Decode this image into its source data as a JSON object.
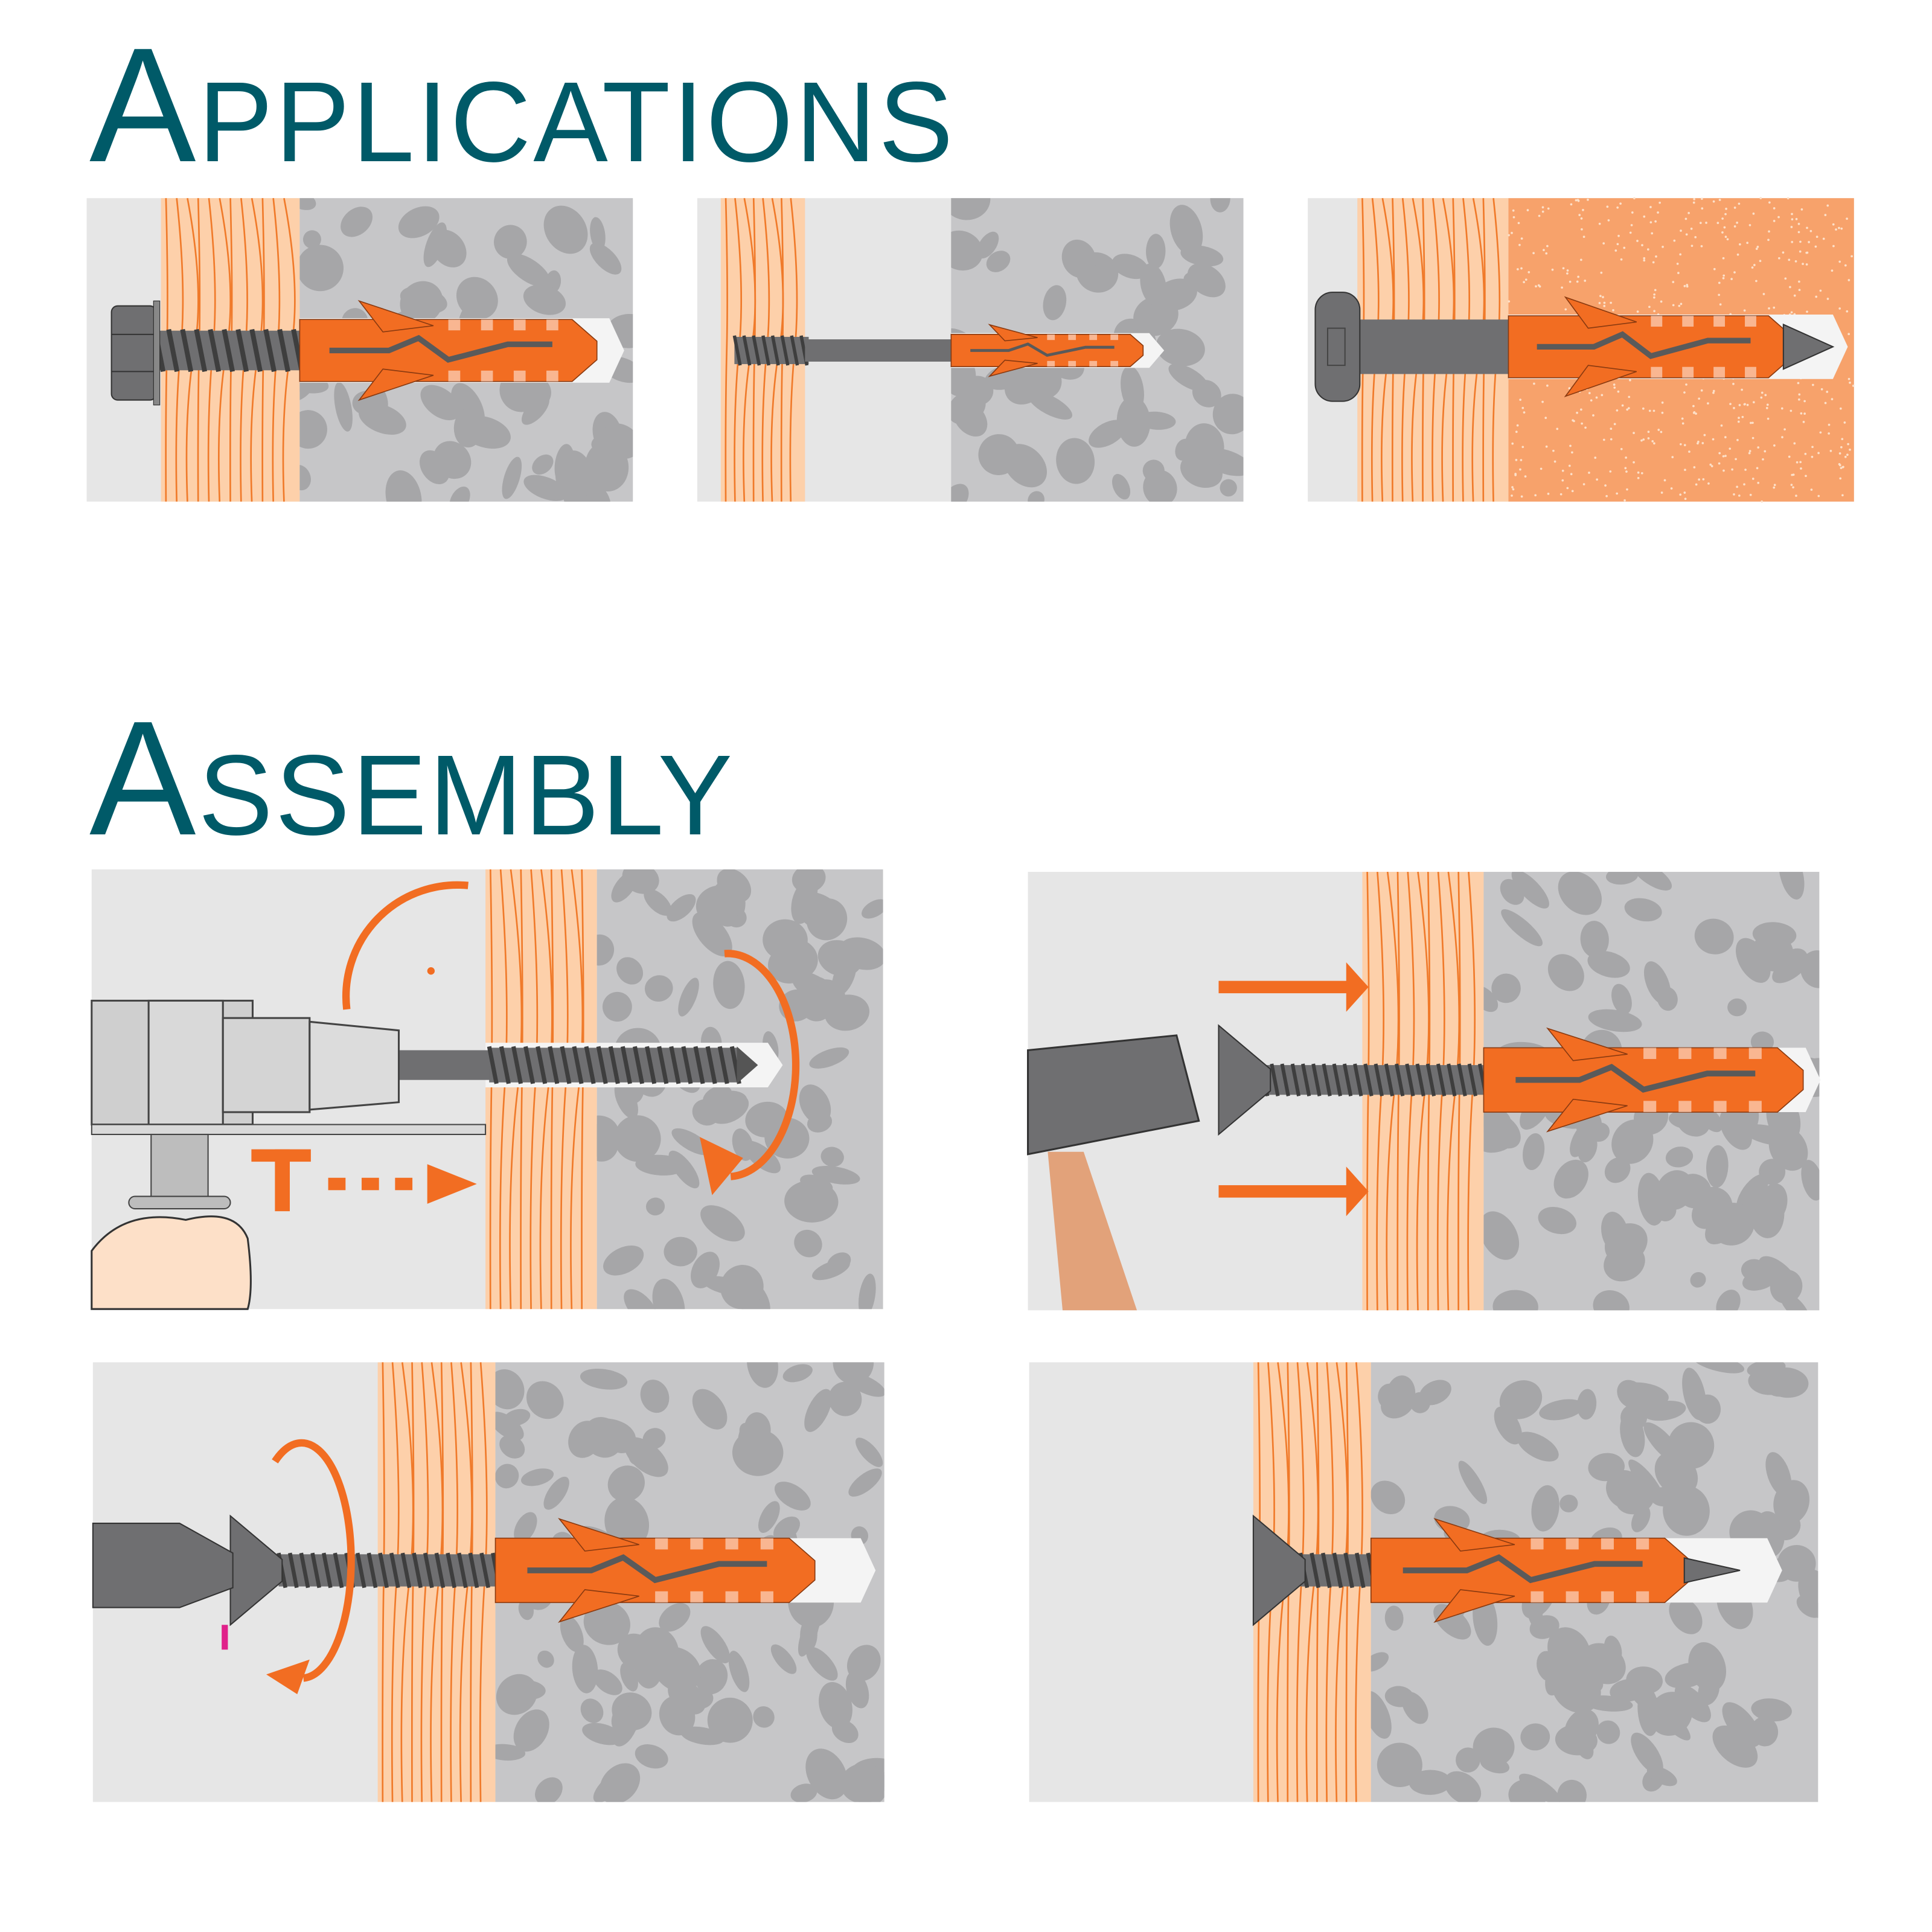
{
  "sections": {
    "applications": {
      "title": "Applications"
    },
    "assembly": {
      "title": "Assembly"
    }
  },
  "colors": {
    "title": "#005a68",
    "anchor": "#f26d22",
    "wood": "#fdd0aa",
    "wood_grain": "#f07a2a",
    "concrete": "#c6c6c8",
    "concrete_aggregate": "#a6a6a8",
    "brick": "#f7a26b",
    "metal": "#6f6f71",
    "background": "#e6e6e6"
  },
  "panels": {
    "applications": [
      "hex-bolt-through-wood-into-concrete",
      "threaded-rod-spaced-fixing-concrete",
      "pan-head-screw-into-solid-brick"
    ],
    "assembly": [
      "drill-hole-through-fixture",
      "hammer-in-anchor-with-screw",
      "screw-in-with-screwdriver",
      "installed-anchor"
    ]
  }
}
